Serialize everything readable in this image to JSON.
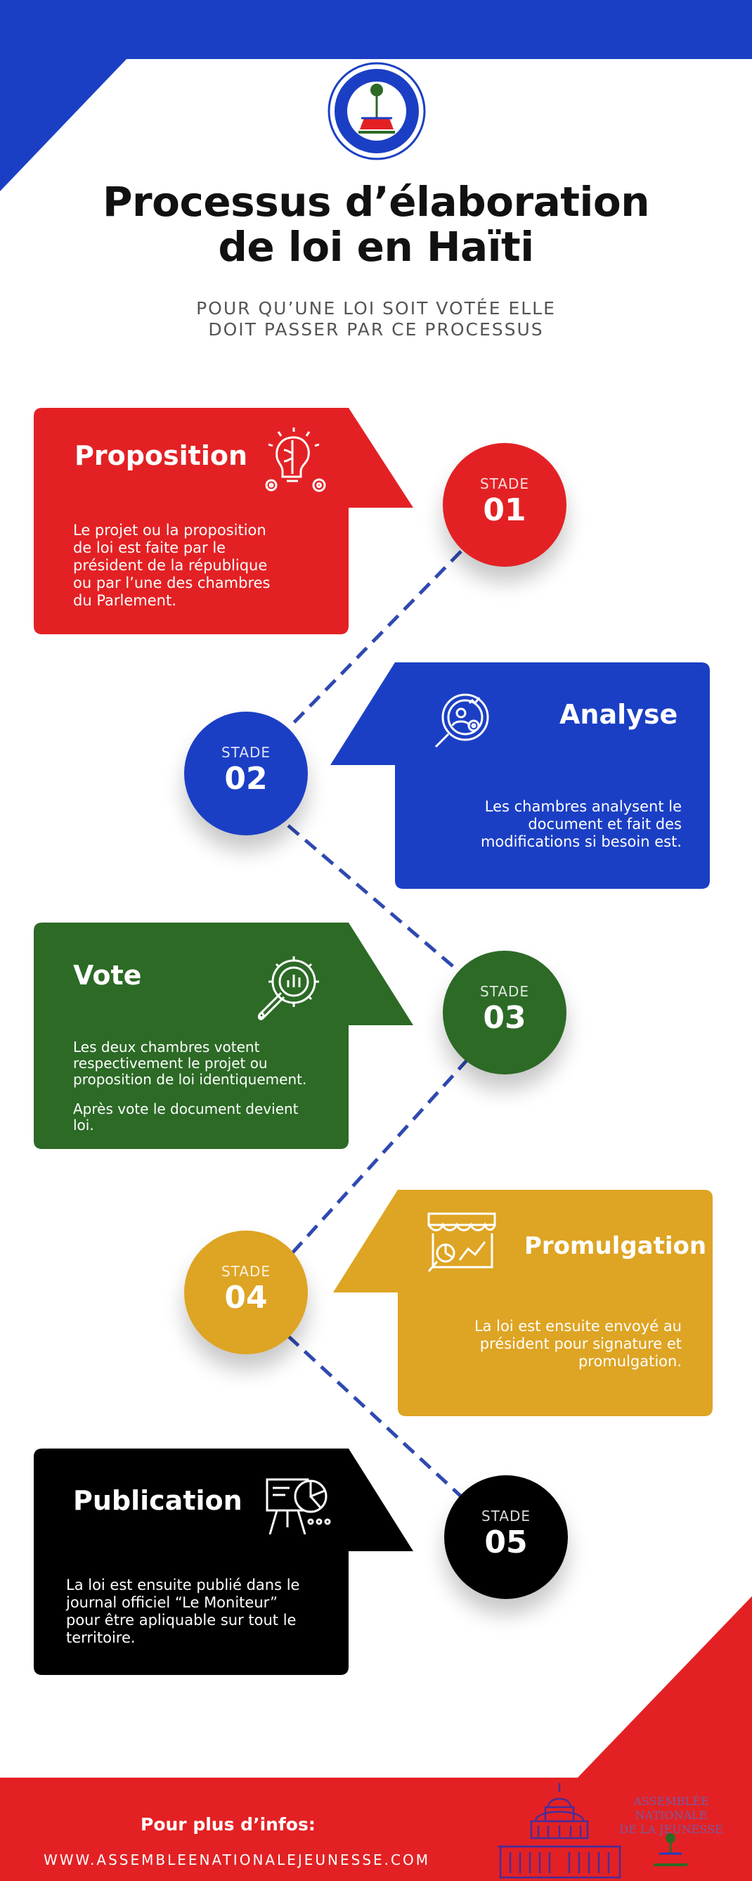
{
  "header": {
    "title_line1": "Processus d’élaboration",
    "title_line2": "de loi en Haïti",
    "subtitle_line1": "POUR QU’UNE LOI SOIT VOTÉE ELLE",
    "subtitle_line2": "DOIT PASSER PAR CE PROCESSUS",
    "seal_icon": "national-youth-assembly-seal-icon"
  },
  "colors": {
    "red": "#e32124",
    "blue": "#1b3fc4",
    "green": "#2c6a26",
    "gold": "#dea423",
    "black": "#000000"
  },
  "stages": [
    {
      "label": "STADE",
      "number": "01",
      "title": "Proposition",
      "icon": "idea-brain-gears-icon",
      "text": [
        "Le projet ou la proposition",
        "de loi est faite par le",
        "président de la république",
        "ou par l’une des chambres",
        "du Parlement."
      ]
    },
    {
      "label": "STADE",
      "number": "02",
      "title": "Analyse",
      "icon": "document-analysis-magnifier-icon",
      "text": [
        "Les chambres analysent le",
        "document et fait des",
        "modifications si besoin est."
      ]
    },
    {
      "label": "STADE",
      "number": "03",
      "title": "Vote",
      "icon": "gear-wrench-chart-icon",
      "text": [
        "Les deux chambres votent",
        "respectivement le projet ou",
        "proposition de loi identiquement.",
        "",
        "Après vote le document devient",
        "loi."
      ]
    },
    {
      "label": "STADE",
      "number": "04",
      "title": "Promulgation",
      "icon": "storefront-chart-icon",
      "text": [
        "La loi est ensuite envoyé au",
        "président pour signature et",
        "promulgation."
      ]
    },
    {
      "label": "STADE",
      "number": "05",
      "title": "Publication",
      "icon": "presentation-board-pie-chart-icon",
      "text": [
        "La loi est ensuite publié dans le",
        "journal officiel “Le Moniteur”",
        "pour être apliquable sur tout le",
        "territoire."
      ]
    }
  ],
  "footer": {
    "label": "Pour plus d’infos:",
    "url": "WWW.ASSEMBLEENATIONALEJEUNESSE.COM",
    "org_line1": "ASSEMBLÉE NATIONALE",
    "org_line2": "DE LA JEUNESSE",
    "capitol_icon": "capitol-building-icon",
    "emblem_icon": "haiti-coat-of-arms-icon"
  }
}
